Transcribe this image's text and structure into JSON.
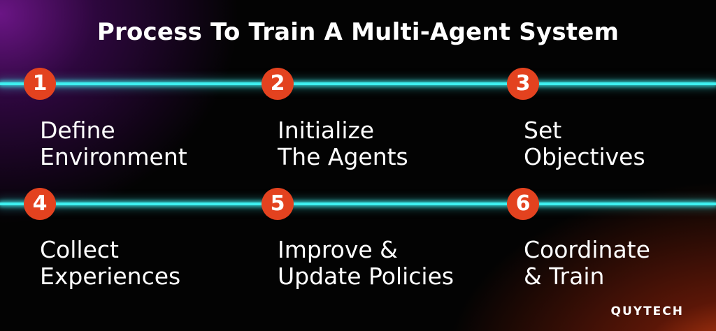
{
  "title": "Process To Train A Multi-Agent System",
  "steps": [
    {
      "number": "1",
      "line1": "Define",
      "line2": "Environment"
    },
    {
      "number": "2",
      "line1": "Initialize",
      "line2": "The Agents"
    },
    {
      "number": "3",
      "line1": "Set",
      "line2": "Objectives"
    },
    {
      "number": "4",
      "line1": "Collect",
      "line2": "Experiences"
    },
    {
      "number": "5",
      "line1": "Improve &",
      "line2": "Update Policies"
    },
    {
      "number": "6",
      "line1": "Coordinate",
      "line2": "& Train"
    }
  ],
  "brand": "QUYTECH",
  "colors": {
    "badge": "#e3421f",
    "line": "#3ef0f0",
    "text": "#ffffff"
  }
}
